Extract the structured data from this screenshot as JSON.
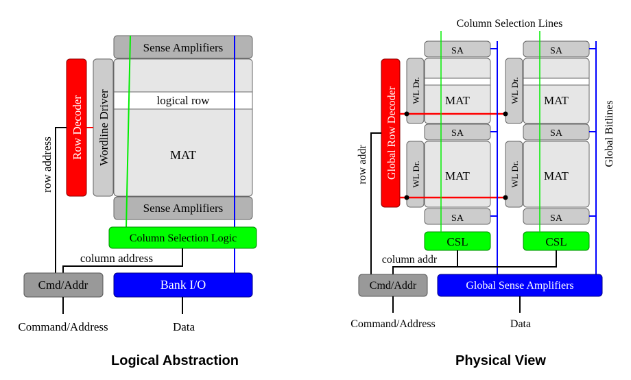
{
  "logical": {
    "title": "Logical Abstraction",
    "sense_amp_top": "Sense Amplifiers",
    "sense_amp_bottom": "Sense Amplifiers",
    "logical_row": "logical row",
    "mat": "MAT",
    "wordline_driver": "Wordline Driver",
    "row_decoder": "Row Decoder",
    "row_address": "row address",
    "column_selection_logic": "Column Selection Logic",
    "column_address": "column address",
    "cmd_addr": "Cmd/Addr",
    "bank_io": "Bank I/O",
    "command_address": "Command/Address",
    "data": "Data"
  },
  "physical": {
    "title": "Physical View",
    "column_selection_lines": "Column Selection Lines",
    "global_bitlines": "Global Bitlines",
    "global_row_decoder": "Global Row Decoder",
    "row_addr": "row addr",
    "sa": "SA",
    "wl_dr": "WL Dr.",
    "mat": "MAT",
    "csl": "CSL",
    "column_addr": "column addr",
    "cmd_addr": "Cmd/Addr",
    "global_sense_amplifiers": "Global Sense Amplifiers",
    "command_address": "Command/Address",
    "data": "Data"
  },
  "colors": {
    "red": "#ff0000",
    "green": "#00ff00",
    "blue": "#0000ff",
    "gray_dark": "#999999",
    "gray_mid": "#b3b3b3",
    "gray_light": "#cccccc",
    "gray_mat": "#e6e6e6"
  }
}
